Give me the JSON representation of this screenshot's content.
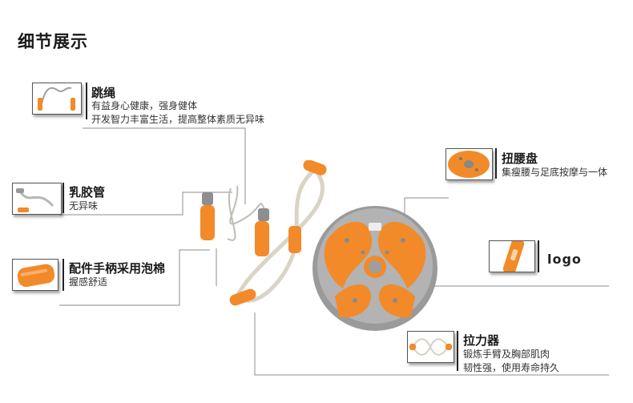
{
  "page": {
    "title": "细节展示"
  },
  "callouts": {
    "jump_rope": {
      "title": "跳绳",
      "lines": [
        "有益身心健康，强身健体",
        "开发智力丰富生活，提高整体素质无异味"
      ]
    },
    "latex_tube": {
      "title": "乳胶管",
      "lines": [
        "无异味"
      ]
    },
    "foam_handle": {
      "title": "配件手柄采用泡棉",
      "lines": [
        "握感舒适"
      ]
    },
    "twist_disc": {
      "title": "扭腰盘",
      "lines": [
        "集瘦腰与足底按摩与一体"
      ]
    },
    "logo": {
      "title": "logo"
    },
    "expander": {
      "title": "拉力器",
      "lines": [
        "锻炼手臂及胸部肌肉",
        "韧性强，使用寿命持久"
      ]
    }
  },
  "colors": {
    "accent": "#f28a2a",
    "gray": "#9a9a9a",
    "line": "#8a8a8a"
  }
}
